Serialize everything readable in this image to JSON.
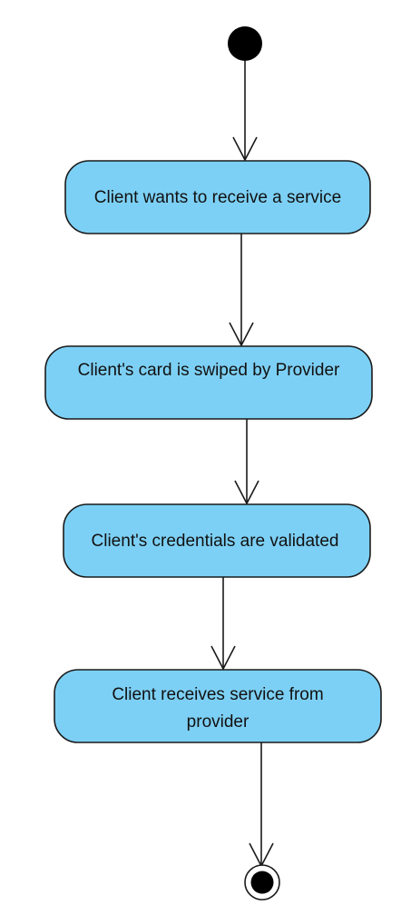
{
  "diagram": {
    "type": "uml-activity",
    "nodes": [
      {
        "id": "start",
        "kind": "initial"
      },
      {
        "id": "a1",
        "kind": "action",
        "lines": [
          "Client wants to receive a service"
        ]
      },
      {
        "id": "a2",
        "kind": "action",
        "lines": [
          "Client's card is swiped by Provider"
        ]
      },
      {
        "id": "a3",
        "kind": "action",
        "lines": [
          "Client's credentials are validated"
        ]
      },
      {
        "id": "a4",
        "kind": "action",
        "lines": [
          "Client receives service from",
          "provider"
        ]
      },
      {
        "id": "end",
        "kind": "final"
      }
    ],
    "edges": [
      {
        "from": "start",
        "to": "a1"
      },
      {
        "from": "a1",
        "to": "a2"
      },
      {
        "from": "a2",
        "to": "a3"
      },
      {
        "from": "a3",
        "to": "a4"
      },
      {
        "from": "a4",
        "to": "end"
      }
    ],
    "colors": {
      "action_fill": "#7dd0f5",
      "stroke": "#1a1a1a",
      "initial_fill": "#000000"
    }
  }
}
